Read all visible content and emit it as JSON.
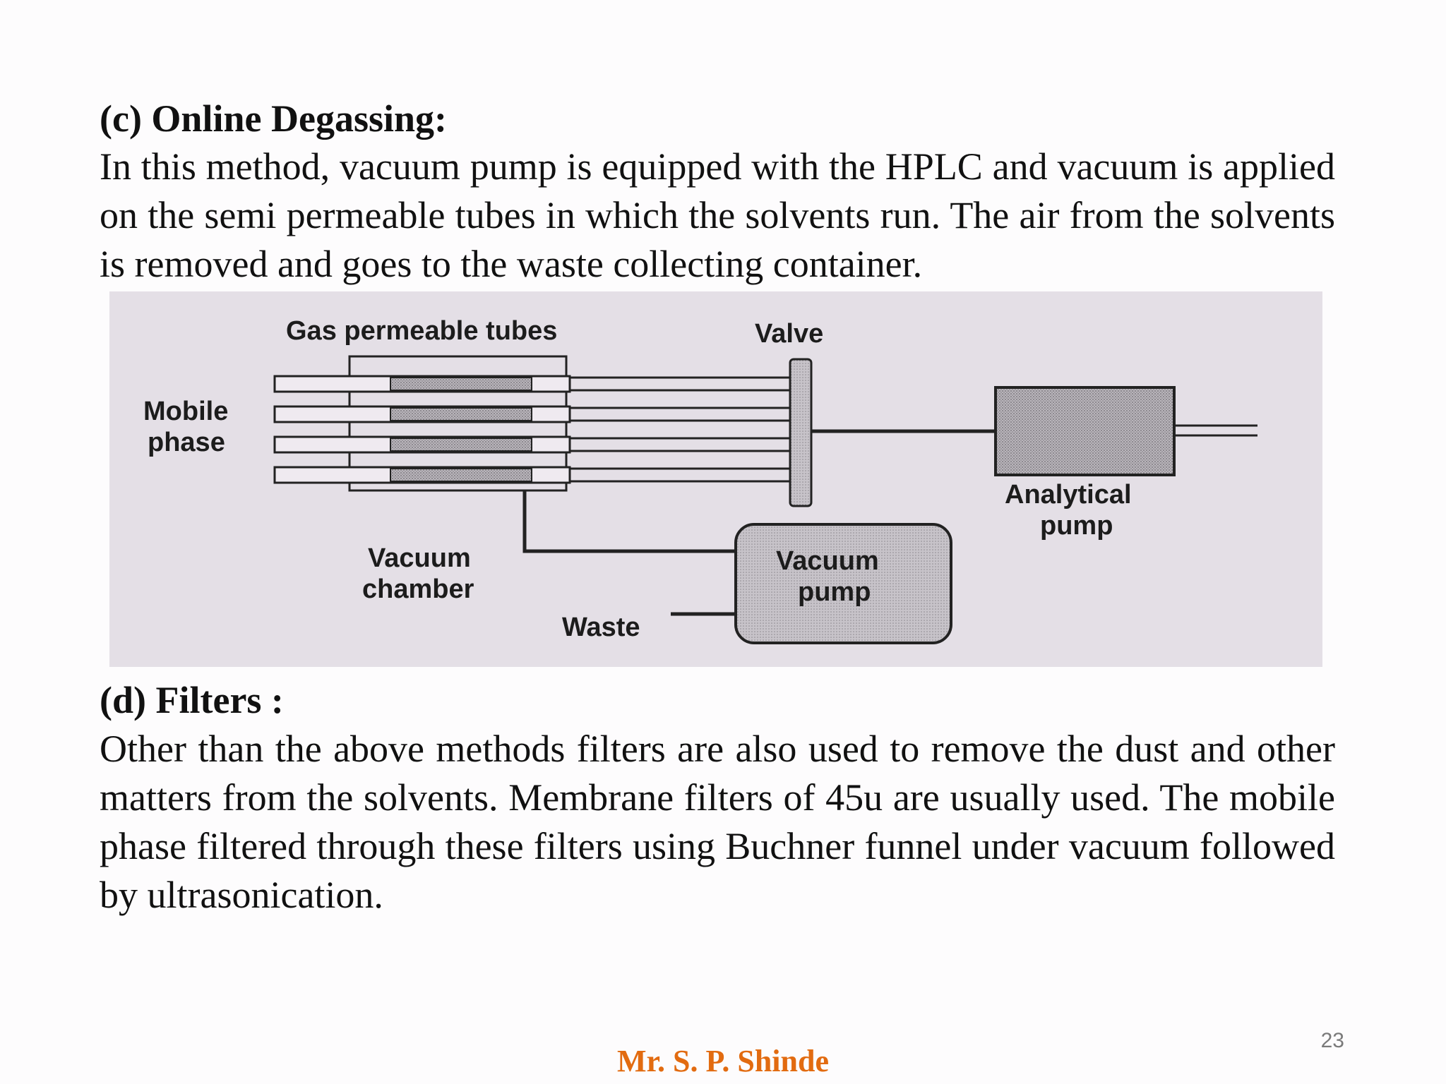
{
  "section_c": {
    "heading": "(c) Online Degassing:",
    "body": "In this method, vacuum pump is equipped with the HPLC and vacuum is applied on the semi permeable tubes in which the solvents run. The air from the solvents is removed and goes to the waste collecting container."
  },
  "diagram": {
    "labels": {
      "gas_permeable_tubes": "Gas permeable tubes",
      "valve": "Valve",
      "mobile": "Mobile",
      "phase": "phase",
      "analytical": "Analytical",
      "pump": "pump",
      "vacuum_chamber_line1": "Vacuum",
      "vacuum_chamber_line2": "chamber",
      "vacuum_pump_line1": "Vacuum",
      "vacuum_pump_line2": "pump",
      "waste": "Waste"
    }
  },
  "section_d": {
    "heading": "(d) Filters :",
    "body": "Other than the above methods filters are also used to remove the dust and other matters from the solvents. Membrane filters of 45u are usually used. The mobile phase filtered through these filters using Buchner funnel under vacuum followed by ultrasonication."
  },
  "footer": {
    "author": "Mr. S. P. Shinde",
    "page_number": "23"
  },
  "colors": {
    "author": "#e26b10",
    "figure_background": "#e4dfe6"
  }
}
